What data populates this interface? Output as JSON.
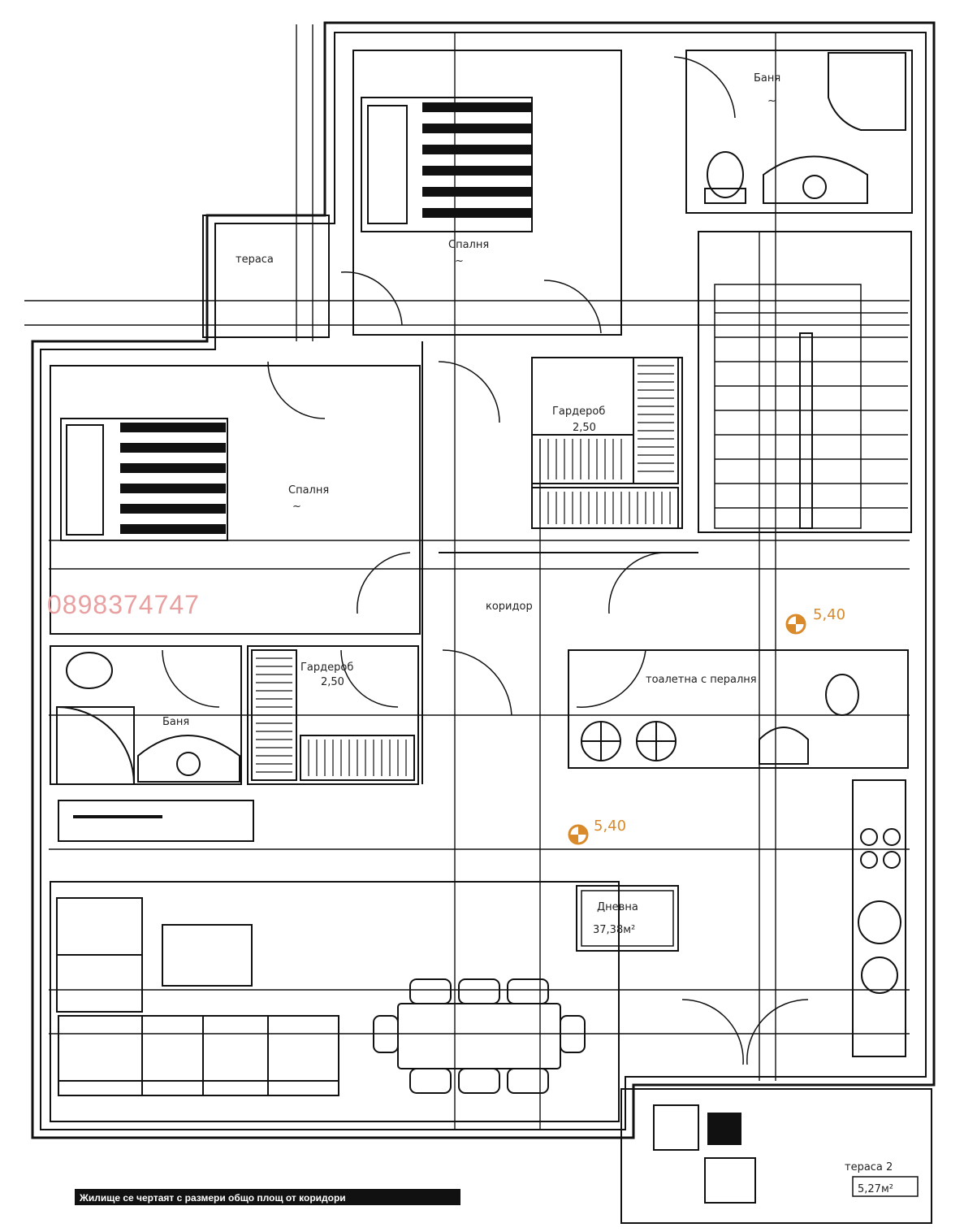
{
  "watermark": {
    "phone": "0898374747"
  },
  "elevations": [
    {
      "value": "5,40"
    },
    {
      "value": "5,40"
    }
  ],
  "rooms": {
    "bedroom_top": {
      "name": "Спалня",
      "area": "~"
    },
    "bedroom_left": {
      "name": "Спалня",
      "area": "~"
    },
    "bathroom_top": {
      "name": "Баня",
      "area": "~"
    },
    "bathroom_left": {
      "name": "Баня",
      "area": "~"
    },
    "wardrobe_mid": {
      "name": "Гардероб",
      "area": "2,50"
    },
    "wardrobe_left": {
      "name": "Гардероб",
      "area": "2,50"
    },
    "corridor": {
      "name": "коридор"
    },
    "wc_laundry": {
      "name": "тоалетна с пералня"
    },
    "living": {
      "name": "Дневна",
      "area": "37,38м²"
    },
    "terrace_top": {
      "name": "тераса"
    },
    "terrace_bottom": {
      "name": "тераса 2",
      "area": "5,27м²"
    }
  },
  "caption": "Жилище се чертаят с размери общо площ от коридори"
}
